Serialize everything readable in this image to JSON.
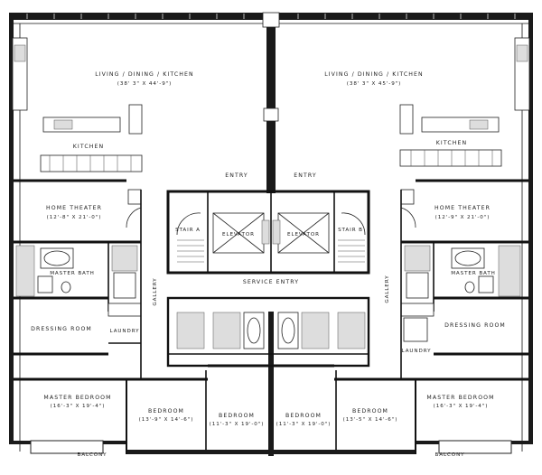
{
  "units": {
    "left": {
      "living": "LIVING / DINING / KITCHEN",
      "living_dim": "(38' 3\" X 44'-9\")",
      "kitchen": "KITCHEN",
      "entry": "ENTRY",
      "theater": "HOME THEATER",
      "theater_dim": "(12'-8\" X 21'-0\")",
      "stair": "STAIR A",
      "elevator": "ELEVATOR",
      "master_bath": "MASTER BATH",
      "gallery": "GALLERY",
      "dressing": "DRESSING ROOM",
      "laundry": "LAUNDRY",
      "master_bed": "MASTER BEDROOM",
      "master_bed_dim": "(16'-3\" X 19'-4\")",
      "bed1": "BEDROOM",
      "bed1_dim": "(13'-9\" X 14'-6\")",
      "bed2": "BEDROOM",
      "bed2_dim": "(11'-3\" X 19'-0\")",
      "balcony": "BALCONY"
    },
    "right": {
      "living": "LIVING / DINING / KITCHEN",
      "living_dim": "(38' 3\" X 45'-9\")",
      "kitchen": "KITCHEN",
      "entry": "ENTRY",
      "theater": "HOME THEATER",
      "theater_dim": "(12'-9\" X 21'-0\")",
      "stair": "STAIR B",
      "elevator": "ELEVATOR",
      "master_bath": "MASTER BATH",
      "gallery": "GALLERY",
      "dressing": "DRESSING ROOM",
      "laundry": "LAUNDRY",
      "master_bed": "MASTER BEDROOM",
      "master_bed_dim": "(16'-3\" X 19'-4\")",
      "bed1": "BEDROOM",
      "bed1_dim": "(11'-3\" X 19'-0\")",
      "bed2": "BEDROOM",
      "bed2_dim": "(13'-5\" X 14'-6\")",
      "balcony": "BALCONY"
    }
  },
  "shared": {
    "service_entry": "SERVICE ENTRY"
  }
}
